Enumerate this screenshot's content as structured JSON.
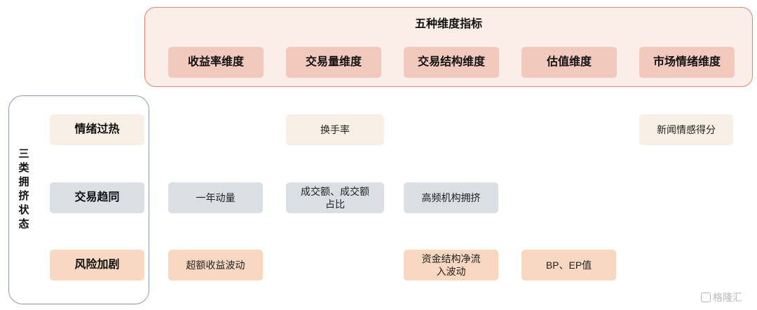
{
  "dimensions_title": "五种维度指标",
  "dimensions": [
    {
      "label": "收益率维度"
    },
    {
      "label": "交易量维度"
    },
    {
      "label": "交易结构维度"
    },
    {
      "label": "估值维度"
    },
    {
      "label": "市场情绪维度"
    }
  ],
  "states_title": "三\n类\n拥\n挤\n状\n态",
  "rows": [
    {
      "label": "情绪过热",
      "color": "#f8f0e6",
      "cells": {
        "trade_volume": "换手率",
        "sentiment": "新闻情感得分"
      }
    },
    {
      "label": "交易趋同",
      "color": "#dcdee6",
      "cells": {
        "return": "一年动量",
        "trade_volume": "成交额、成交额\n占比",
        "trade_structure": "高频机构拥挤"
      }
    },
    {
      "label": "风险加剧",
      "color": "#f9d8c1",
      "cells": {
        "return": "超额收益波动",
        "trade_structure": "资金结构净流\n入波动",
        "valuation": "BP、EP值"
      }
    }
  ],
  "watermark": "格隆汇",
  "colors": {
    "dimension_box": "#f1c9bd",
    "panel_fill": "#fbeee8",
    "panel_border": "#d9886c",
    "state_border": "#8e97b8"
  }
}
